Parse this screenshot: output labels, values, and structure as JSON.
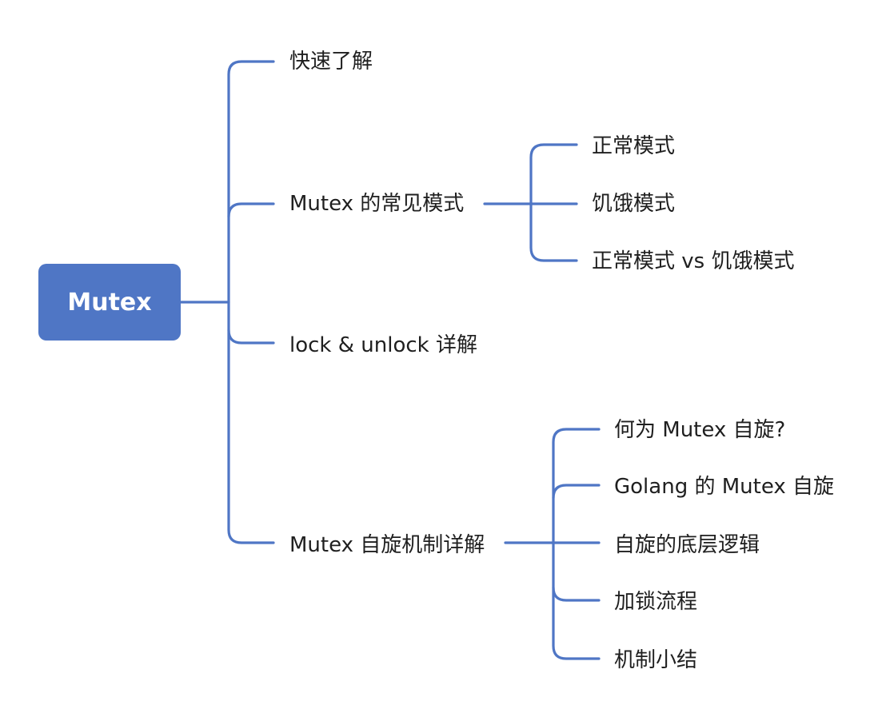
{
  "root": {
    "label": "Mutex"
  },
  "branches": [
    {
      "label": "快速了解",
      "children": []
    },
    {
      "label": "Mutex 的常见模式",
      "children": [
        {
          "label": "正常模式"
        },
        {
          "label": "饥饿模式"
        },
        {
          "label": "正常模式 vs 饥饿模式"
        }
      ]
    },
    {
      "label": "lock & unlock 详解",
      "children": []
    },
    {
      "label": "Mutex 自旋机制详解",
      "children": [
        {
          "label": "何为 Mutex 自旋?"
        },
        {
          "label": "Golang 的 Mutex 自旋"
        },
        {
          "label": "自旋的底层逻辑"
        },
        {
          "label": "加锁流程"
        },
        {
          "label": "机制小结"
        }
      ]
    }
  ],
  "colors": {
    "accent": "#4F76C5",
    "text": "#1f1f1f",
    "background": "#ffffff"
  }
}
